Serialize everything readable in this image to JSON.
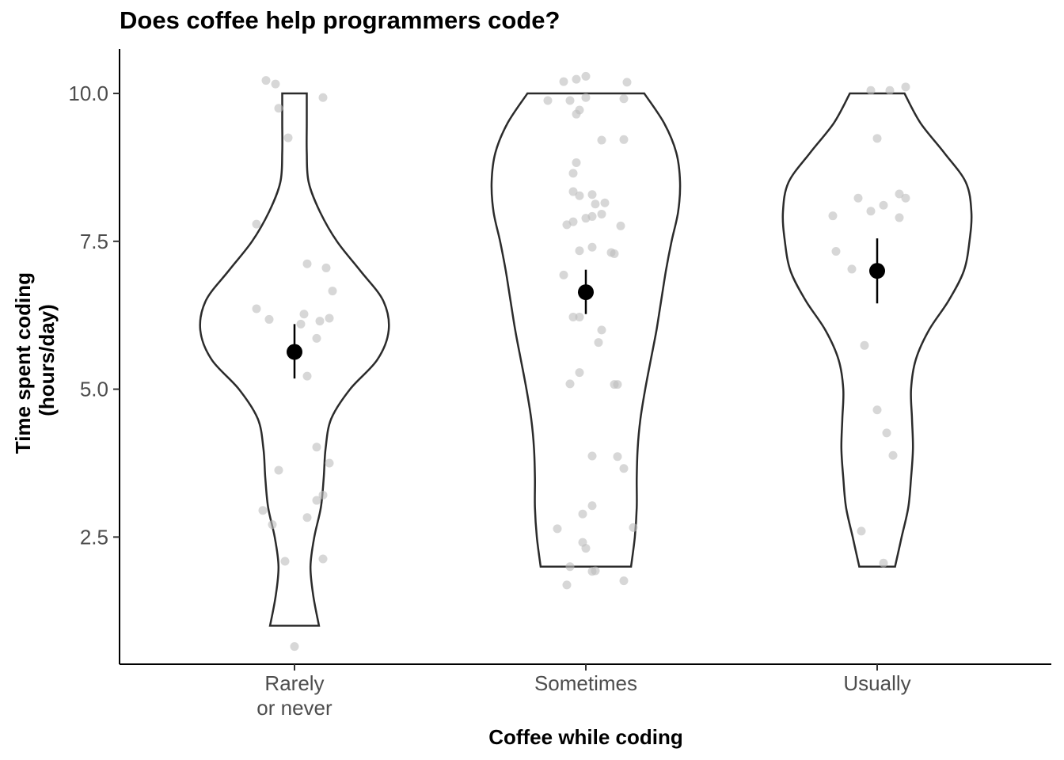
{
  "chart_data": {
    "type": "violin",
    "title": "Does coffee help programmers code?",
    "xlabel": "Coffee while coding",
    "ylabel": [
      "Time spent coding",
      "(hours/day)"
    ],
    "categories": [
      [
        "Rarely",
        "or never"
      ],
      [
        "Sometimes"
      ],
      [
        "Usually"
      ]
    ],
    "ylim": [
      0.35,
      10.75
    ],
    "yticks": [
      2.5,
      5.0,
      7.5,
      10.0
    ],
    "ytick_labels": [
      "2.5",
      "5.0",
      "7.5",
      "10.0"
    ],
    "grid": false,
    "colors": {
      "violin_stroke": "#2b2b2b",
      "points": "#bdbdbd",
      "summary": "#000000"
    },
    "groups": [
      {
        "category": "Rarely or never",
        "range": [
          1.0,
          10.0
        ],
        "summary": {
          "mean": 5.63,
          "lower": 5.18,
          "upper": 6.1
        },
        "density": [
          [
            1.0,
            0.26
          ],
          [
            1.5,
            0.2
          ],
          [
            2.0,
            0.17
          ],
          [
            2.5,
            0.21
          ],
          [
            3.0,
            0.28
          ],
          [
            3.5,
            0.31
          ],
          [
            4.0,
            0.33
          ],
          [
            4.5,
            0.39
          ],
          [
            5.0,
            0.59
          ],
          [
            5.5,
            0.88
          ],
          [
            6.0,
            1.0
          ],
          [
            6.5,
            0.94
          ],
          [
            7.0,
            0.7
          ],
          [
            7.5,
            0.45
          ],
          [
            8.0,
            0.27
          ],
          [
            8.5,
            0.15
          ],
          [
            9.0,
            0.13
          ],
          [
            9.5,
            0.13
          ],
          [
            10.0,
            0.13
          ]
        ],
        "points": [
          [
            -0.09,
            10.22
          ],
          [
            -0.06,
            10.16
          ],
          [
            0.09,
            9.93
          ],
          [
            -0.05,
            9.75
          ],
          [
            -0.02,
            9.25
          ],
          [
            -0.12,
            7.79
          ],
          [
            0.04,
            7.12
          ],
          [
            0.1,
            7.05
          ],
          [
            0.12,
            6.66
          ],
          [
            -0.12,
            6.36
          ],
          [
            0.03,
            6.27
          ],
          [
            0.11,
            6.2
          ],
          [
            -0.08,
            6.18
          ],
          [
            0.08,
            6.15
          ],
          [
            0.02,
            6.1
          ],
          [
            0.07,
            5.86
          ],
          [
            0.04,
            5.22
          ],
          [
            0.07,
            4.02
          ],
          [
            0.11,
            3.75
          ],
          [
            -0.05,
            3.63
          ],
          [
            0.09,
            3.21
          ],
          [
            0.07,
            3.12
          ],
          [
            -0.1,
            2.95
          ],
          [
            0.04,
            2.83
          ],
          [
            -0.07,
            2.71
          ],
          [
            0.09,
            2.13
          ],
          [
            -0.03,
            2.09
          ],
          [
            0.0,
            0.65
          ]
        ]
      },
      {
        "category": "Sometimes",
        "range": [
          2.0,
          10.0
        ],
        "summary": {
          "mean": 6.64,
          "lower": 6.27,
          "upper": 7.02
        },
        "density": [
          [
            2.0,
            0.48
          ],
          [
            2.5,
            0.52
          ],
          [
            3.0,
            0.54
          ],
          [
            3.5,
            0.54
          ],
          [
            4.0,
            0.55
          ],
          [
            4.5,
            0.58
          ],
          [
            5.0,
            0.63
          ],
          [
            5.5,
            0.69
          ],
          [
            6.0,
            0.75
          ],
          [
            6.5,
            0.8
          ],
          [
            7.0,
            0.85
          ],
          [
            7.5,
            0.91
          ],
          [
            8.0,
            0.98
          ],
          [
            8.5,
            1.0
          ],
          [
            9.0,
            0.96
          ],
          [
            9.5,
            0.83
          ],
          [
            10.0,
            0.62
          ]
        ],
        "points": [
          [
            0.0,
            10.29
          ],
          [
            -0.03,
            10.24
          ],
          [
            -0.07,
            10.2
          ],
          [
            0.13,
            10.19
          ],
          [
            -0.12,
            9.88
          ],
          [
            -0.05,
            9.88
          ],
          [
            0.0,
            9.93
          ],
          [
            0.12,
            9.91
          ],
          [
            -0.02,
            9.72
          ],
          [
            -0.03,
            9.65
          ],
          [
            0.12,
            9.22
          ],
          [
            0.05,
            9.21
          ],
          [
            -0.03,
            8.83
          ],
          [
            -0.04,
            8.65
          ],
          [
            -0.04,
            8.34
          ],
          [
            0.02,
            8.29
          ],
          [
            -0.02,
            8.27
          ],
          [
            0.06,
            8.15
          ],
          [
            0.03,
            8.13
          ],
          [
            0.05,
            7.96
          ],
          [
            0.02,
            7.92
          ],
          [
            0.0,
            7.89
          ],
          [
            -0.04,
            7.83
          ],
          [
            -0.06,
            7.78
          ],
          [
            0.11,
            7.76
          ],
          [
            0.02,
            7.4
          ],
          [
            0.08,
            7.31
          ],
          [
            -0.02,
            7.34
          ],
          [
            0.09,
            7.29
          ],
          [
            -0.07,
            6.93
          ],
          [
            -0.02,
            6.22
          ],
          [
            -0.04,
            6.22
          ],
          [
            0.05,
            6.0
          ],
          [
            0.04,
            5.79
          ],
          [
            -0.02,
            5.28
          ],
          [
            0.1,
            5.08
          ],
          [
            -0.05,
            5.09
          ],
          [
            0.09,
            5.08
          ],
          [
            0.02,
            3.87
          ],
          [
            0.1,
            3.86
          ],
          [
            0.12,
            3.66
          ],
          [
            0.02,
            3.03
          ],
          [
            -0.01,
            2.89
          ],
          [
            -0.09,
            2.64
          ],
          [
            0.15,
            2.66
          ],
          [
            -0.01,
            2.41
          ],
          [
            0.0,
            2.31
          ],
          [
            0.02,
            1.92
          ],
          [
            -0.05,
            2.0
          ],
          [
            0.03,
            1.93
          ],
          [
            0.12,
            1.76
          ],
          [
            -0.06,
            1.69
          ]
        ]
      },
      {
        "category": "Usually",
        "range": [
          2.0,
          10.0
        ],
        "summary": {
          "mean": 7.0,
          "lower": 6.45,
          "upper": 7.55
        },
        "density": [
          [
            2.0,
            0.19
          ],
          [
            2.5,
            0.26
          ],
          [
            3.0,
            0.33
          ],
          [
            3.5,
            0.36
          ],
          [
            4.0,
            0.38
          ],
          [
            4.5,
            0.37
          ],
          [
            5.0,
            0.36
          ],
          [
            5.5,
            0.41
          ],
          [
            6.0,
            0.55
          ],
          [
            6.5,
            0.76
          ],
          [
            7.0,
            0.92
          ],
          [
            7.5,
            0.98
          ],
          [
            8.0,
            1.0
          ],
          [
            8.5,
            0.94
          ],
          [
            9.0,
            0.71
          ],
          [
            9.5,
            0.46
          ],
          [
            10.0,
            0.29
          ]
        ],
        "points": [
          [
            0.04,
            10.05
          ],
          [
            -0.02,
            10.05
          ],
          [
            0.09,
            10.11
          ],
          [
            0.0,
            9.24
          ],
          [
            0.07,
            8.3
          ],
          [
            -0.06,
            8.23
          ],
          [
            0.09,
            8.23
          ],
          [
            0.02,
            8.11
          ],
          [
            -0.02,
            8.01
          ],
          [
            0.07,
            7.9
          ],
          [
            -0.14,
            7.93
          ],
          [
            -0.13,
            7.33
          ],
          [
            -0.08,
            7.03
          ],
          [
            -0.01,
            7.03
          ],
          [
            -0.04,
            5.74
          ],
          [
            0.0,
            4.65
          ],
          [
            0.03,
            4.26
          ],
          [
            0.05,
            3.88
          ],
          [
            -0.05,
            2.6
          ],
          [
            0.02,
            2.06
          ]
        ]
      }
    ]
  }
}
